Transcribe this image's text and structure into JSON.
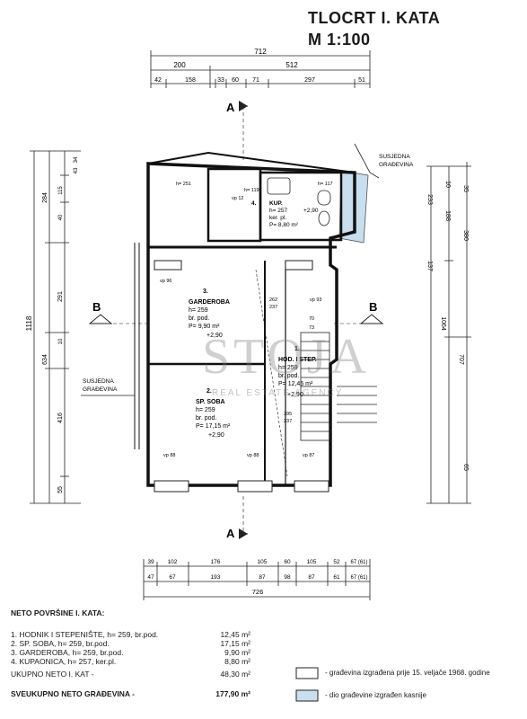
{
  "title": {
    "line1": "TLOCRT I. KATA",
    "line2": "M 1:100"
  },
  "watermark": {
    "text": "STOJA",
    "sub": "REAL ESTATE AGENCY"
  },
  "section_markers": {
    "a": "A",
    "b": "B"
  },
  "top_dimensions": {
    "total": "712",
    "row2": [
      "200",
      "512"
    ],
    "row3": [
      "42",
      "158",
      "33",
      "60",
      "71",
      "297",
      "51"
    ]
  },
  "bottom_dimensions": {
    "row1": [
      "39",
      "102",
      "176",
      "105",
      "60",
      "105",
      "52",
      "67 (61)"
    ],
    "row2": [
      "47",
      "67",
      "193",
      "87",
      "98",
      "87",
      "61",
      "67 (61)"
    ],
    "total": "726"
  },
  "left_dimensions": {
    "total": "1118",
    "inner": [
      "284",
      "291",
      "634",
      "416",
      "55"
    ],
    "small": [
      "43",
      "34",
      "115",
      "40",
      "10"
    ]
  },
  "right_dimensions": {
    "outer": [
      "1064",
      "707"
    ],
    "inner": [
      "233",
      "188",
      "137",
      "65",
      "35",
      "10",
      "380"
    ]
  },
  "rooms": {
    "garderoba": {
      "num": "3.",
      "name": "GARDEROBA",
      "h": "h= 259",
      "floor": "br. pod.",
      "area": "P= 9,90 m²",
      "level": "+2,90"
    },
    "sp_soba": {
      "num": "2.",
      "name": "SP. SOBA",
      "h": "h= 259",
      "floor": "br. pod.",
      "area": "P= 17,15 m²",
      "level": "+2,90"
    },
    "hodnik": {
      "num": "1.",
      "name": "HOD. I STEP.",
      "h": "h= 259",
      "floor": "br. pod.",
      "area": "P= 12,45 m²",
      "level": "+2,90"
    },
    "kupaonica": {
      "num": "4.",
      "name": "KUP.",
      "h": "h= 257",
      "floor": "ker. pl.",
      "area": "P= 8,80 m²",
      "level": "+2,90"
    }
  },
  "neighbors": {
    "left": "SUSJEDNA\nGRAĐEVINA",
    "right": "SUSJEDNA\nGRAĐEVINA"
  },
  "annotations": [
    "vp 96",
    "vp 88",
    "vp 88",
    "vp 87",
    "vp 93",
    "vp 12",
    "h= 251",
    "h= 119",
    "h= 117",
    "262",
    "237",
    "395",
    "237",
    "70",
    "73"
  ],
  "area_table": {
    "heading": "NETO POVRŠINE I. KATA:",
    "rows": [
      {
        "label": "1. HODNIK I STEPENIŠTE, h= 259, br.pod.",
        "value": "12,45 m²"
      },
      {
        "label": "2. SP. SOBA, h= 259, br.pod.",
        "value": "17,15 m²"
      },
      {
        "label": "3. GARDEROBA, h= 259, br.pod.",
        "value": "9,90 m²"
      },
      {
        "label": "4. KUPAONICA, h= 257, ker.pl.",
        "value": "8,80 m²"
      }
    ],
    "subtotal": {
      "label": "UKUPNO NETO I. KAT -",
      "value": "48,30 m²"
    },
    "total": {
      "label": "SVEUKUPNO NETO GRAĐEVINA -",
      "value": "177,90 m²"
    }
  },
  "legend": [
    {
      "text": "- građevina izgrađena prije 15. veljače 1968. godine",
      "color": "#ffffff"
    },
    {
      "text": "- dio građevine izgrađen kasnije",
      "color": "#d6e4f0"
    }
  ]
}
